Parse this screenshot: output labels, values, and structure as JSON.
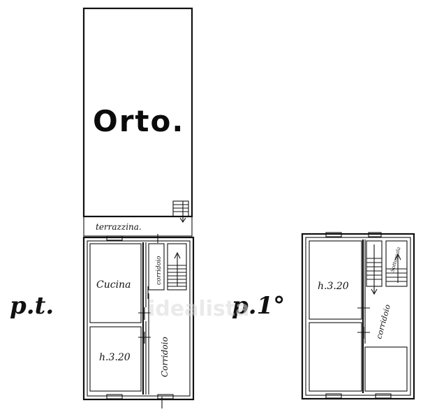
{
  "ground_floor": {
    "plan_label": "p.t.",
    "garden_label": "Orto.",
    "terrace_label": "terrazzina.",
    "kitchen_label": "Cucina",
    "room_height_label": "h.3.20",
    "small_corridor_label": "corridoio",
    "corridor_label": "Corridoio"
  },
  "first_floor": {
    "plan_label": "p.1°",
    "room_height_label": "h.3.20",
    "corridor_label": "corridoio",
    "stair_label": "Sottoscala"
  },
  "watermark": "idealista"
}
